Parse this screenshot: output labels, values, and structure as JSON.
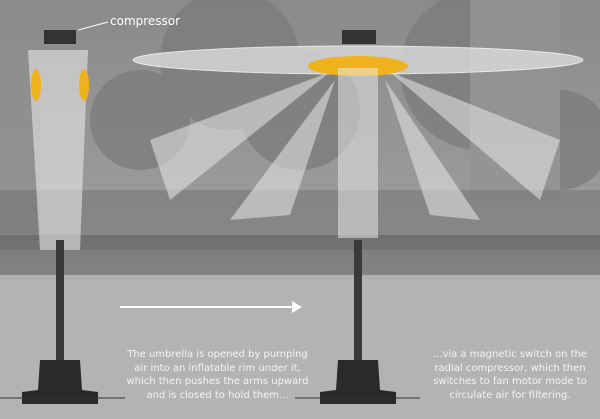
{
  "labels": {
    "compressor": "compressor"
  },
  "captions": {
    "left": "The umbrella is opened by pumping air into an inflatable rim under it, which then pushes the arms upward and is closed to hold them...",
    "right": "...via a magnetic switch on the  radial compressor, which then switches to fan motor mode to circulate air for filtering."
  },
  "colors": {
    "accent": "#f0b21c",
    "pole": "#2a2a2a",
    "text": "#ffffff"
  }
}
